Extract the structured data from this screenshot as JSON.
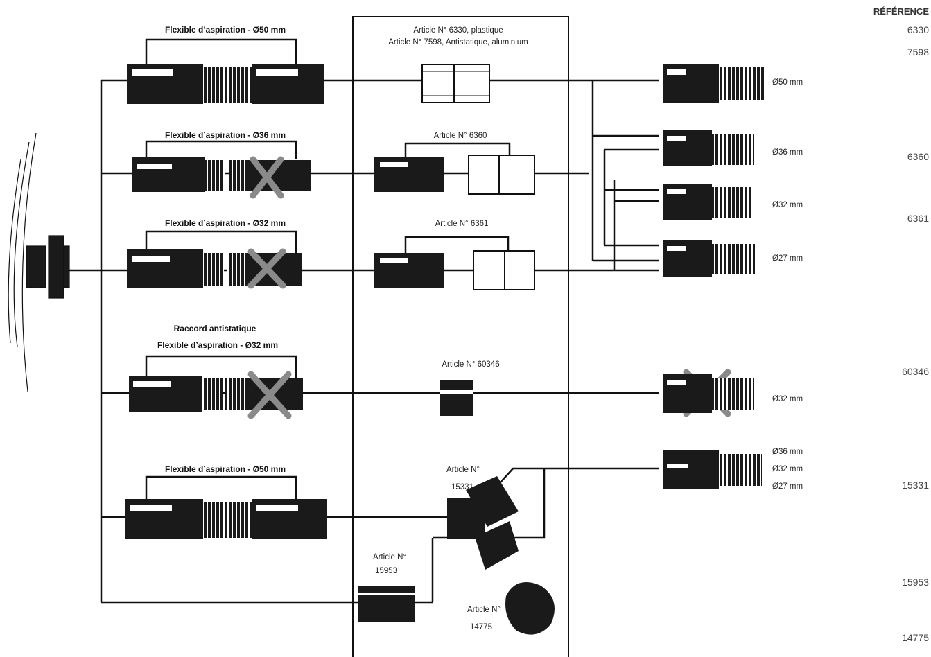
{
  "reference_header": "RÉFÉRENCE",
  "references": [
    "6330",
    "7598",
    "6360",
    "6361",
    "60346",
    "15331",
    "15953",
    "14775"
  ],
  "hose_labels": [
    "Flexible d’aspiration - Ø50 mm",
    "Flexible d’aspiration - Ø36 mm",
    "Flexible d’aspiration - Ø32 mm",
    "Raccord antistatique",
    "Flexible d’aspiration - Ø32 mm",
    "Flexible d’aspiration - Ø50 mm"
  ],
  "articles": {
    "a1_line1": "Article N° 6330, plastique",
    "a1_line2": "Article N° 7598, Antistatique, aluminium",
    "a2": "Article N° 6360",
    "a3": "Article N° 6361",
    "a4": "Article N° 60346",
    "a5_line1": "Article N°",
    "a5_line2": "15331",
    "a6_line1": "Article N°",
    "a6_line2": "15953",
    "a7_line1": "Article N°",
    "a7_line2": "14775"
  },
  "diameters": [
    "Ø50 mm",
    "Ø36 mm",
    "Ø32 mm",
    "Ø27 mm",
    "Ø32 mm",
    "Ø36 mm",
    "Ø32 mm",
    "Ø27 mm"
  ],
  "colors": {
    "line": "#111111",
    "part": "#1a1a1a",
    "cross": "#8a8a8a"
  }
}
